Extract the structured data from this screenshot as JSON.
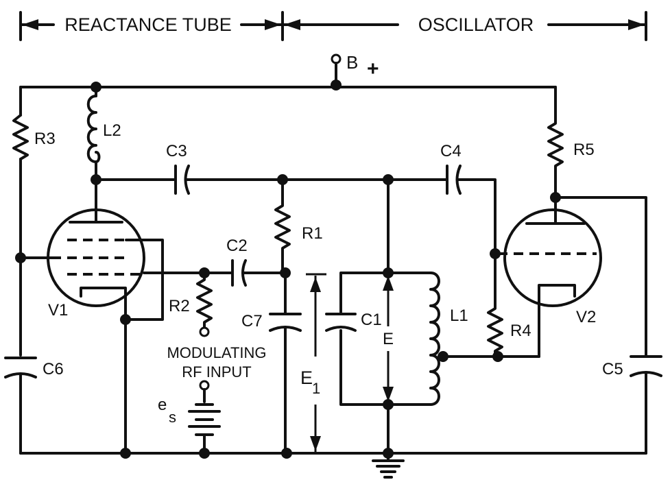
{
  "header": {
    "left_section": "REACTANCE TUBE",
    "right_section": "OSCILLATOR"
  },
  "supply": {
    "label": "B",
    "sign": "+"
  },
  "components": {
    "r1": "R1",
    "r2": "R2",
    "r3": "R3",
    "r4": "R4",
    "r5": "R5",
    "l1": "L1",
    "l2": "L2",
    "c1": "C1",
    "c2": "C2",
    "c3": "C3",
    "c4": "C4",
    "c5": "C5",
    "c6": "C6",
    "c7": "C7",
    "v1": "V1",
    "v2": "V2"
  },
  "annotations": {
    "modulating_line1": "MODULATING",
    "modulating_line2": "RF INPUT",
    "e_source_letter": "e",
    "e_source_sub": "s",
    "voltage_e": "E",
    "voltage_e1_letter": "E",
    "voltage_e1_sub": "1"
  }
}
